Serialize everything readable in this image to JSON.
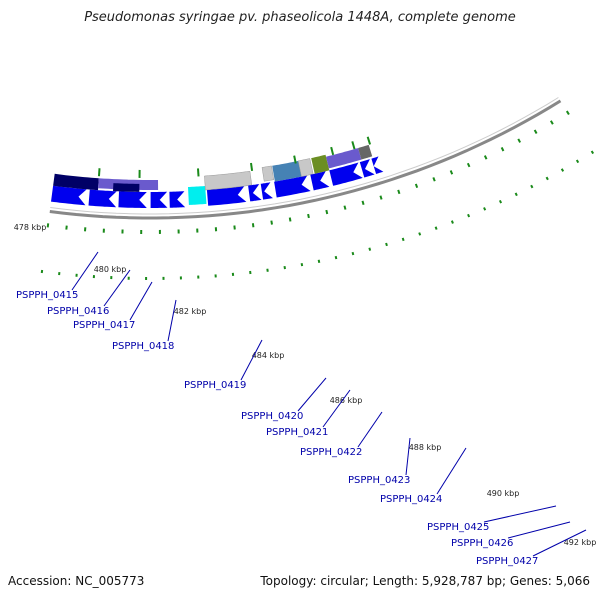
{
  "title": "Pseudomonas syringae pv. phaseolicola 1448A, complete genome",
  "footer": {
    "accession": "Accession: NC_005773",
    "summary": "Topology: circular; Length: 5,928,787 bp; Genes: 5,066"
  },
  "colors": {
    "cds_forward": "#0000ee",
    "backbone": "#888888",
    "label": "#0000aa",
    "tick": "#1a8a1a",
    "rna_dark": "#000066",
    "rna_purple": "#6a5acd",
    "cyan": "#00eeee",
    "steel": "#4682b4",
    "olive": "#6b8e23",
    "gray_feature": "#c8c8c8"
  },
  "kbp_ticks": [
    "478 kbp",
    "480 kbp",
    "482 kbp",
    "484 kbp",
    "486 kbp",
    "488 kbp",
    "490 kbp",
    "492 kbp"
  ],
  "genes": [
    "PSPPH_0415",
    "PSPPH_0416",
    "PSPPH_0417",
    "PSPPH_0418",
    "PSPPH_0419",
    "PSPPH_0420",
    "PSPPH_0421",
    "PSPPH_0422",
    "PSPPH_0423",
    "PSPPH_0424",
    "PSPPH_0425",
    "PSPPH_0426",
    "PSPPH_0427"
  ]
}
